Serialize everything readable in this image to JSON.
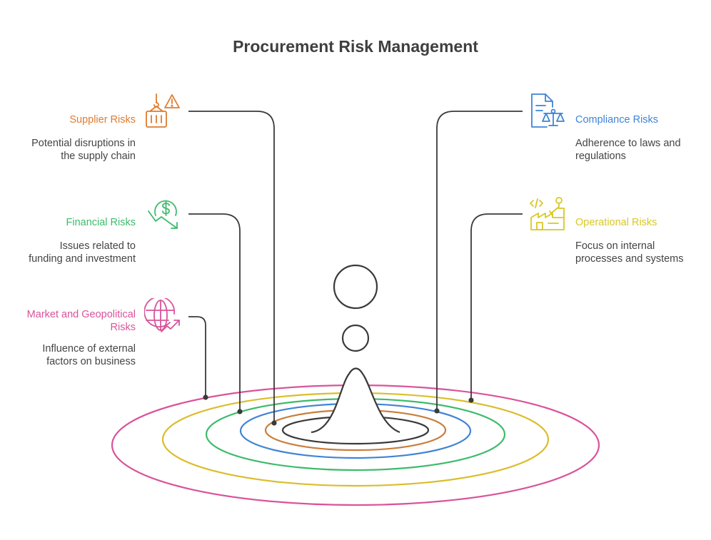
{
  "title": "Procurement Risk Management",
  "risks": [
    {
      "label": "Supplier Risks",
      "desc": [
        "Potential disruptions in",
        "the supply chain"
      ],
      "color": "#e07b2c",
      "icon": "crane-warning-icon"
    },
    {
      "label": "Financial Risks",
      "desc": [
        "Issues related to",
        "funding and investment"
      ],
      "color": "#3dbb6c",
      "icon": "dollar-down-icon"
    },
    {
      "label": [
        "Market and Geopolitical",
        "Risks"
      ],
      "desc": [
        "Influence of external",
        "factors on business"
      ],
      "color": "#d9539a",
      "icon": "globe-chart-icon"
    },
    {
      "label": "Compliance Risks",
      "desc": [
        "Adherence to laws and",
        "regulations"
      ],
      "color": "#3f84d6",
      "icon": "document-scale-icon"
    },
    {
      "label": "Operational Risks",
      "desc": [
        "Focus on internal",
        "processes and systems"
      ],
      "color": "#d9c826",
      "icon": "factory-robot-icon"
    }
  ],
  "ring_colors": {
    "pink": "#d9539a",
    "yellow": "#dbbd2c",
    "green": "#3dbb6c",
    "blue": "#3f84d6",
    "orange": "#c97d3a",
    "dark": "#3a3a3a"
  }
}
